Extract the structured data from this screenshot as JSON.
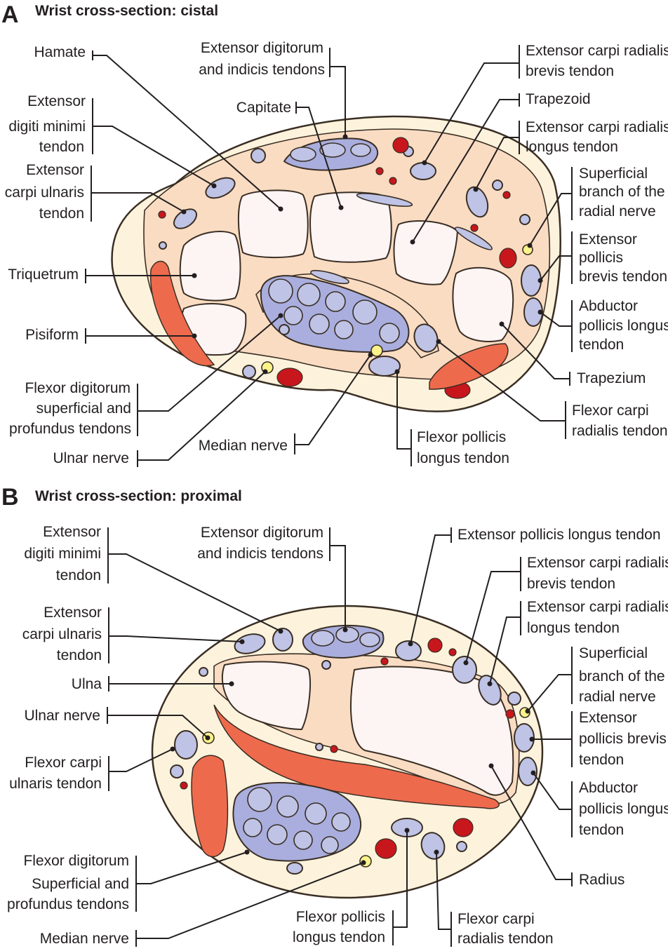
{
  "panel_a": {
    "letter": "A",
    "title": "Wrist cross-section: cistal",
    "labels": {
      "hamate": "Hamate",
      "edi_1": "Extensor digitorum",
      "edi_2": "and indicis tendons",
      "ecrb_1": "Extensor carpi radialis",
      "ecrb_2": "brevis tendon",
      "capitate": "Capitate",
      "trapezoid": "Trapezoid",
      "edm_1": "Extensor",
      "edm_2": "digiti minimi",
      "edm_3": "tendon",
      "ecrl_1": "Extensor carpi radialis",
      "ecrl_2": "longus tendon",
      "ecu_1": "Extensor",
      "ecu_2": "carpi ulnaris",
      "ecu_3": "tendon",
      "sbrn_1": "Superficial",
      "sbrn_2": "branch of the",
      "sbrn_3": "radial nerve",
      "epb_1": "Extensor",
      "epb_2": "pollicis",
      "epb_3": "brevis tendon",
      "triquetrum": "Triquetrum",
      "apl_1": "Abductor",
      "apl_2": "pollicis longus",
      "apl_3": "tendon",
      "pisiform": "Pisiform",
      "trapezium": "Trapezium",
      "fdsp_1": "Flexor digitorum",
      "fdsp_2": "superficial and",
      "fdsp_3": "profundus tendons",
      "fcr_1": "Flexor carpi",
      "fcr_2": "radialis tendon",
      "median": "Median nerve",
      "fpl_1": "Flexor pollicis",
      "fpl_2": "longus tendon",
      "ulnar": "Ulnar nerve"
    }
  },
  "panel_b": {
    "letter": "B",
    "title": "Wrist cross-section: proximal",
    "labels": {
      "edm_1": "Extensor",
      "edm_2": "digiti minimi",
      "edm_3": "tendon",
      "edi_1": "Extensor digitorum",
      "edi_2": "and indicis tendons",
      "epl": "Extensor pollicis longus tendon",
      "ecrb_1": "Extensor carpi radialis",
      "ecrb_2": "brevis tendon",
      "ecu_1": "Extensor",
      "ecu_2": "carpi ulnaris",
      "ecu_3": "tendon",
      "ecrl_1": "Extensor carpi radialis",
      "ecrl_2": "longus tendon",
      "ulna": "Ulna",
      "sbrn_1": "Superficial",
      "sbrn_2": "branch of the",
      "sbrn_3": "radial nerve",
      "ulnar": "Ulnar nerve",
      "epb_1": "Extensor",
      "epb_2": "pollicis brevis",
      "epb_3": "tendon",
      "fcu_1": "Flexor carpi",
      "fcu_2": "ulnaris tendon",
      "apl_1": "Abductor",
      "apl_2": "pollicis longus",
      "apl_3": "tendon",
      "fdsp_1": "Flexor digitorum",
      "fdsp_2": "Superficial and",
      "fdsp_3": "profundus tendons",
      "radius": "Radius",
      "fpl_1": "Flexor pollicis",
      "fpl_2": "longus tendon",
      "fcr_1": "Flexor carpi",
      "fcr_2": "radialis tendon",
      "median": "Median nerve"
    }
  },
  "colors": {
    "skin": "#fdf3dc",
    "soft_tissue": "#f9dcc2",
    "bone": "#fdf4f4",
    "tendon": "#bfc3e5",
    "artery": "#c8161d",
    "nerve": "#fbf28a",
    "muscle": "#ee6a4d",
    "outline": "#3a2e24"
  }
}
